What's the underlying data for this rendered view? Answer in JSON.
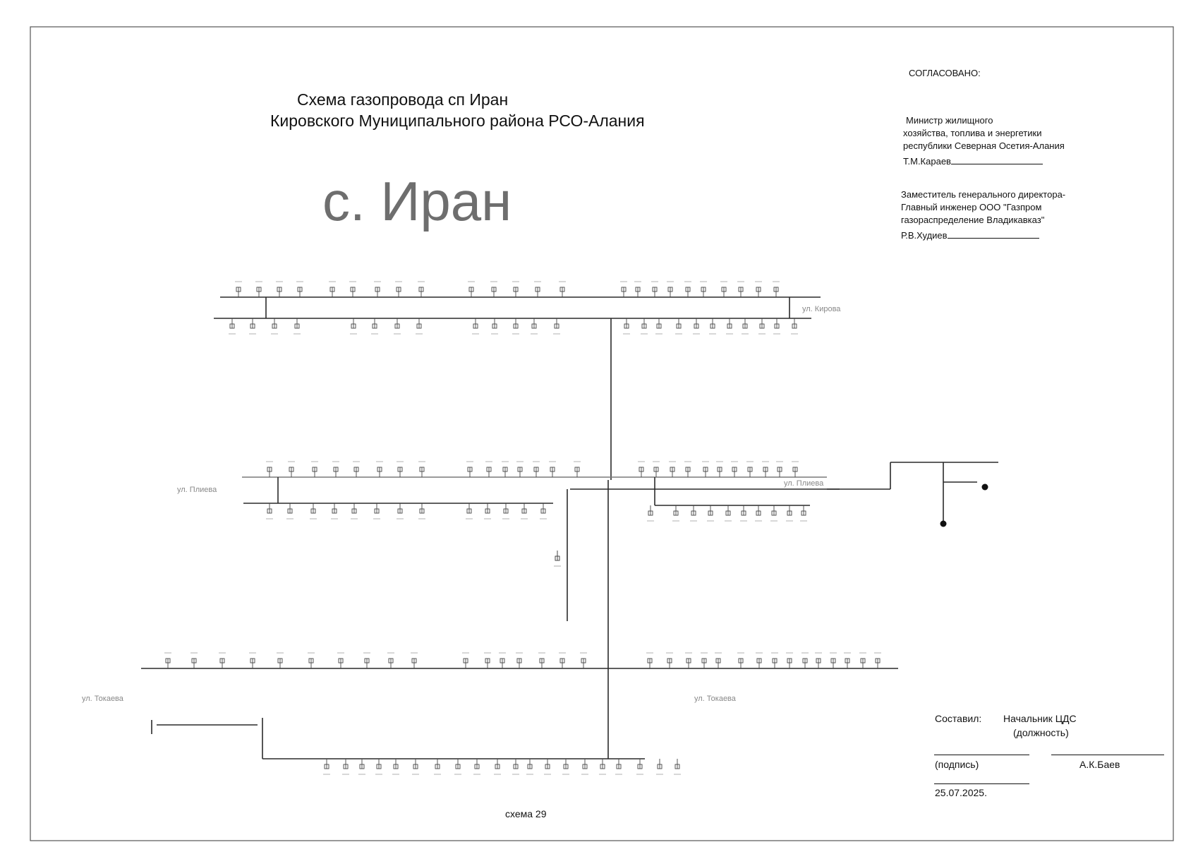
{
  "title": {
    "line1": "Схема газопровода сп Иран",
    "line2": "Кировского  Муниципального района РСО-Алания"
  },
  "village_name": "с. Иран",
  "approval": {
    "heading": "СОГЛАСОВАНО:",
    "block1": [
      "Министр жилищного",
      "хозяйства, топлива и энергетики",
      "республики Северная Осетия-Алания"
    ],
    "signer1": "Т.М.Караев",
    "block2": [
      "Заместитель генерального директора-",
      "Главный инженер  ООО \"Газпром",
      "газораспределение Владикавказ\""
    ],
    "signer2": "Р.В.Худиев"
  },
  "streets": {
    "kirova": "ул. Кирова",
    "plieva_left": "ул. Плиева",
    "plieva_right": "ул. Плиева",
    "tokaeva_left": "ул. Токаева",
    "tokaeva_right": "ул. Токаева"
  },
  "composed": {
    "label": "Составил:",
    "position": "Начальник ЦДС",
    "position_caption": "(должность)",
    "signature_caption": "(подпись)",
    "name": "А.К.Баев",
    "date": "25.07.2025."
  },
  "scheme_number": "схема 29",
  "colors": {
    "pipe": "#2a2a2a",
    "pipe_light": "#7a7a7a",
    "street_label": "#888888",
    "village_name": "#6e6e6e"
  }
}
